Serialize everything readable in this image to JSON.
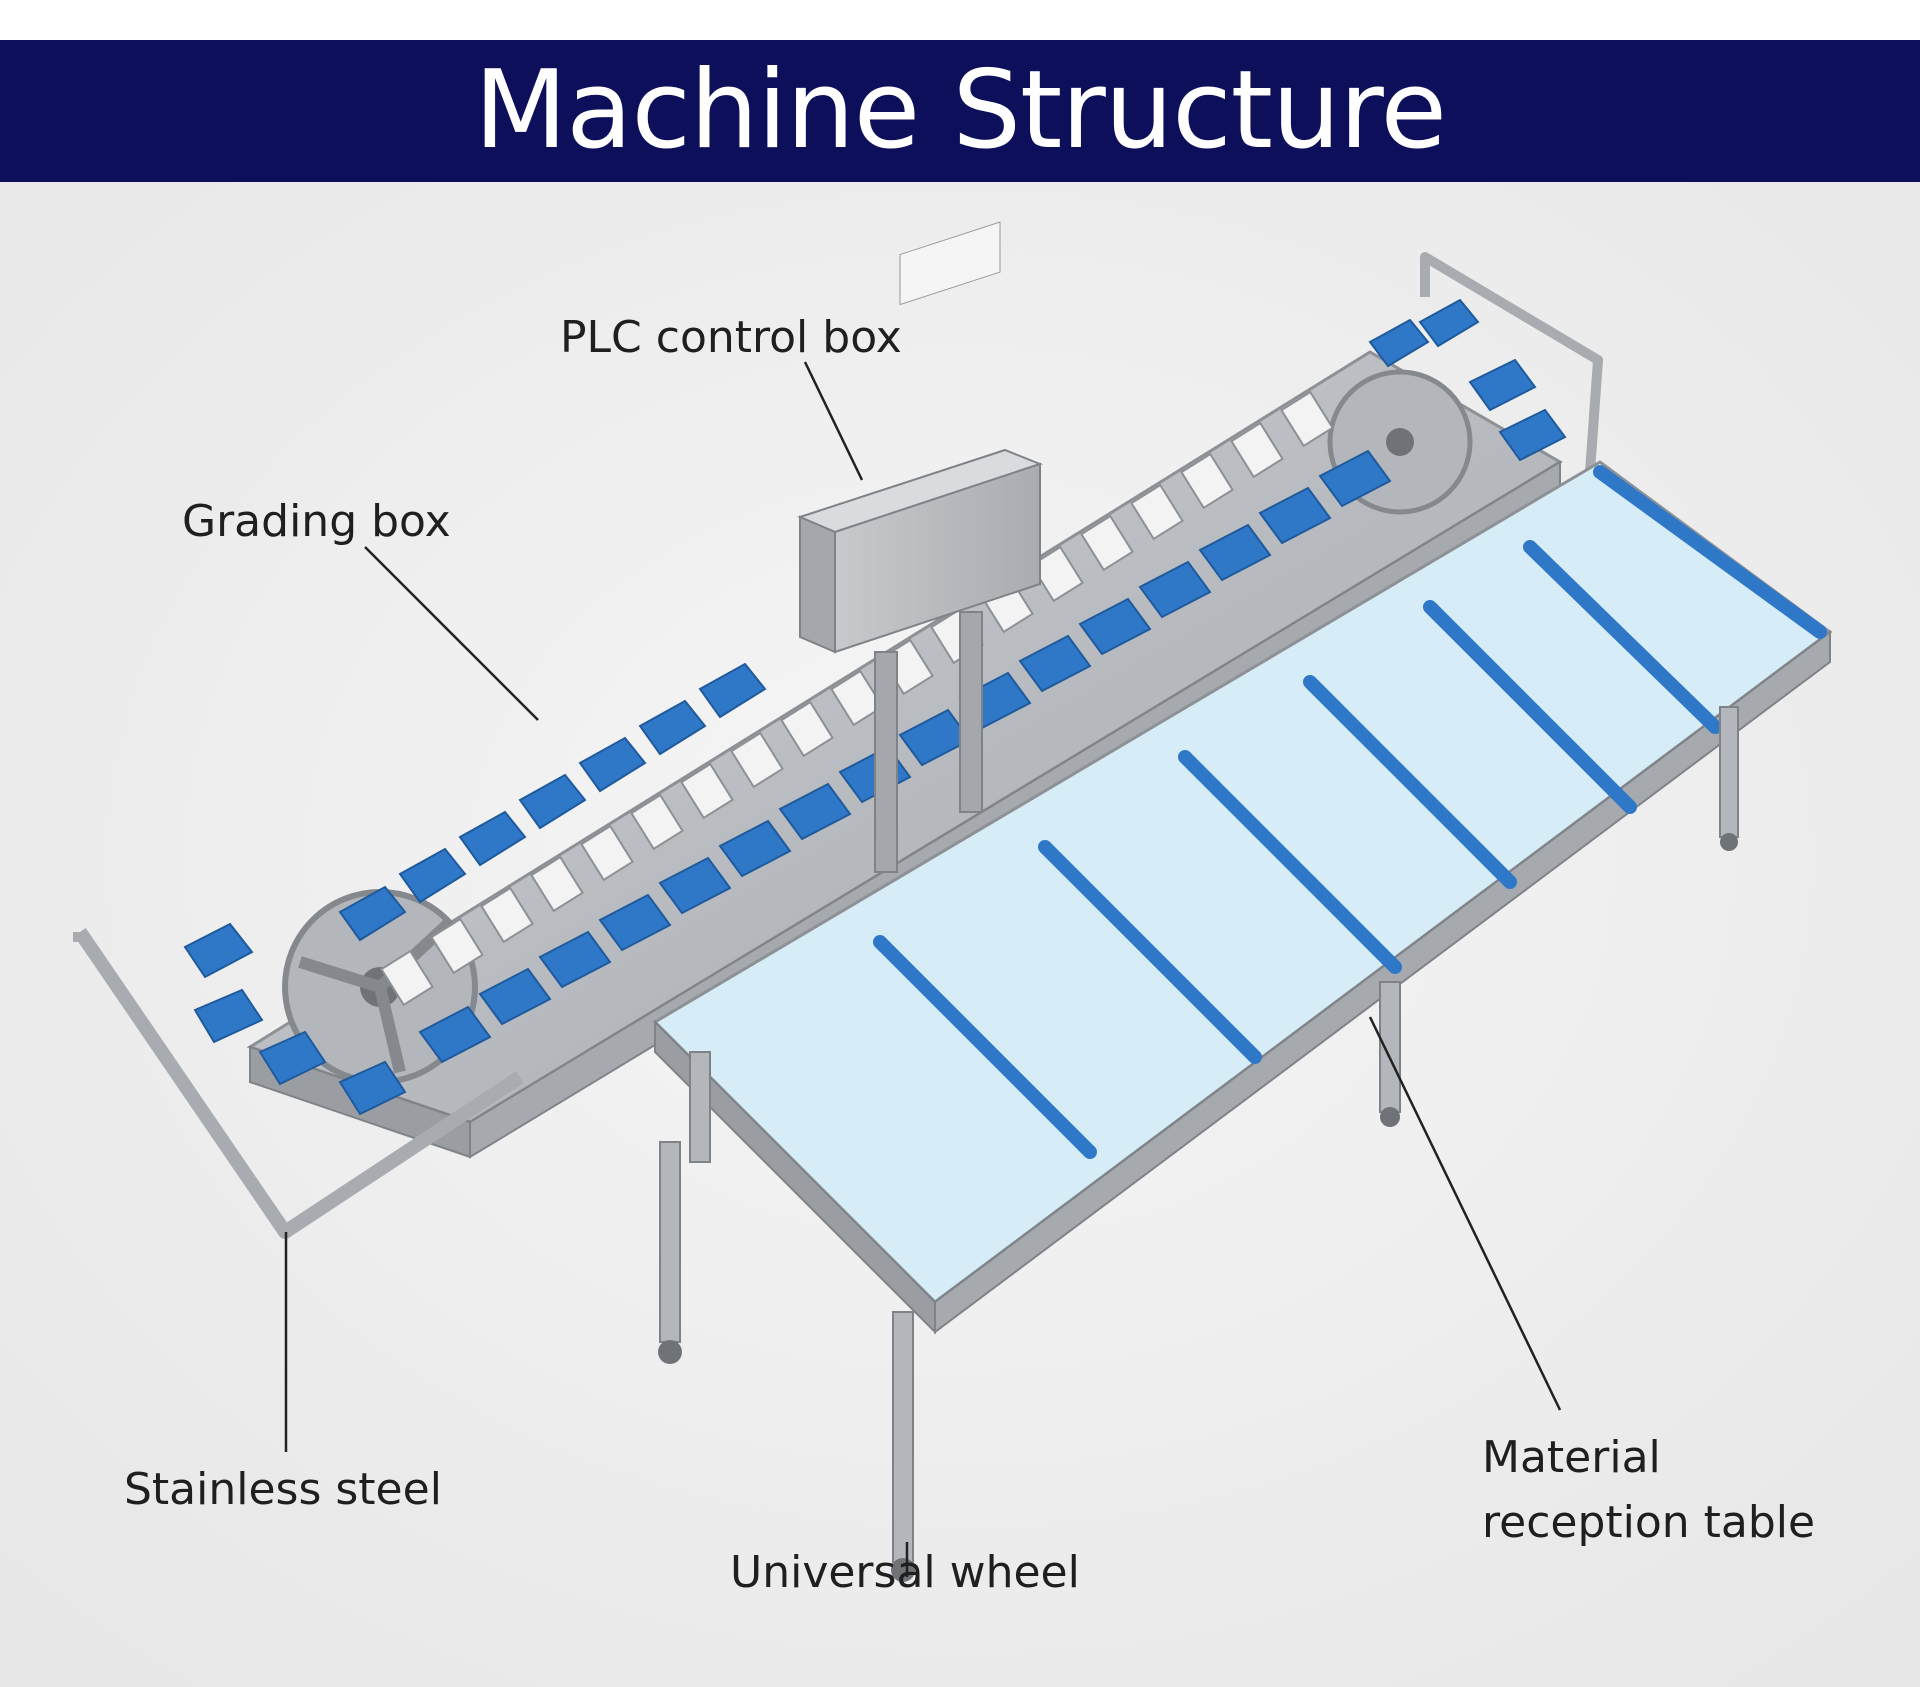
{
  "header": {
    "title": "Machine Structure",
    "background": "#0d0f5b",
    "text_color": "#ffffff"
  },
  "labels": {
    "plc_control_box": "PLC control box",
    "grading_box": "Grading box",
    "stainless_steel": "Stainless steel",
    "universal_wheel": "Universal wheel",
    "material_reception_table_line1": "Material",
    "material_reception_table_line2": "reception table"
  },
  "colors": {
    "tray_blue": "#2f78c8",
    "steel": "#b9bcc0",
    "table_top": "#d6ecf6",
    "background": "#f1f1f1"
  }
}
